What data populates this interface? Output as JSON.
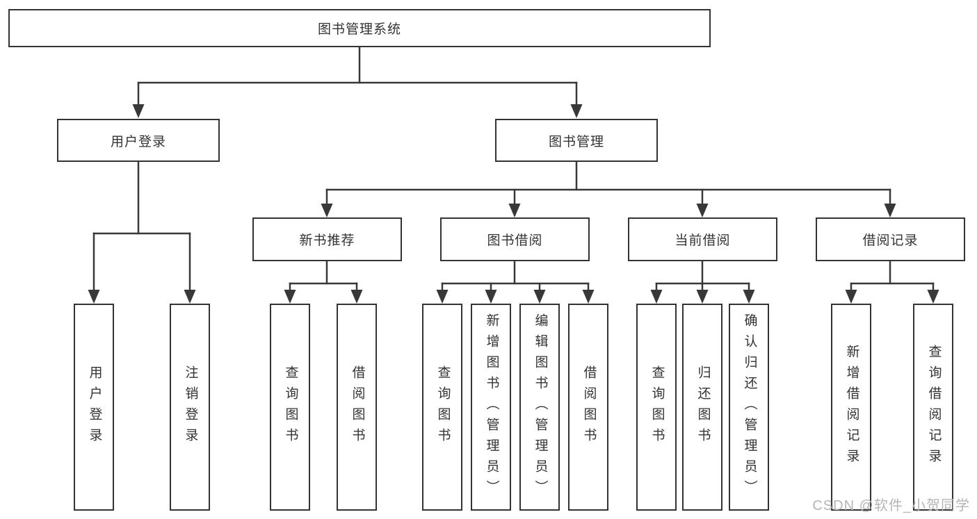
{
  "tree": {
    "label": "图书管理系统",
    "children": [
      {
        "label": "用户登录",
        "children": [
          {
            "label": "用户登录"
          },
          {
            "label": "注销登录"
          }
        ]
      },
      {
        "label": "图书管理",
        "children": [
          {
            "label": "新书推荐",
            "children": [
              {
                "label": "查询图书"
              },
              {
                "label": "借阅图书"
              }
            ]
          },
          {
            "label": "图书借阅",
            "children": [
              {
                "label": "查询图书"
              },
              {
                "label": "新增图书（管理员）"
              },
              {
                "label": "编辑图书（管理员）"
              },
              {
                "label": "借阅图书"
              }
            ]
          },
          {
            "label": "当前借阅",
            "children": [
              {
                "label": "查询图书"
              },
              {
                "label": "归还图书"
              },
              {
                "label": "确认归还（管理员）"
              }
            ]
          },
          {
            "label": "借阅记录",
            "children": [
              {
                "label": "新增借阅记录"
              },
              {
                "label": "查询借阅记录"
              }
            ]
          }
        ]
      }
    ]
  },
  "watermark": "CSDN @软件_小贺同学",
  "colors": {
    "line": "#383838",
    "box_border": "#333333",
    "box_fill": "#ffffff",
    "text": "#333333",
    "watermark": "#b5b5b5",
    "background": "#ffffff"
  }
}
